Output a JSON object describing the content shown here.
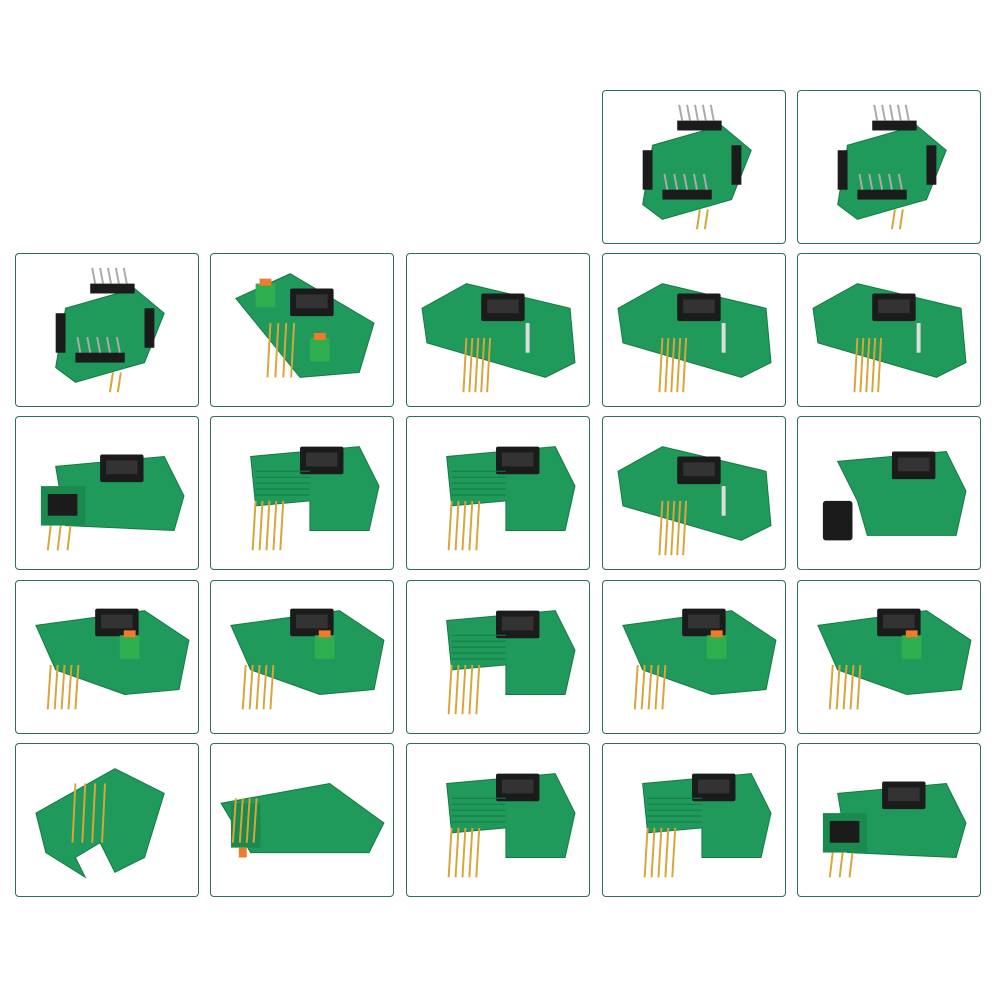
{
  "colors": {
    "border": "#2f6b5e",
    "board": "#1f9a5a",
    "board_dark": "#137a44",
    "edge": "#cfd8cc",
    "connector": "#1b1b1b",
    "pin": "#d9a53a",
    "terminal": "#2fae4f",
    "terminal_top": "#f07a2a"
  },
  "rows": [
    [
      null,
      null,
      null,
      {
        "variant": "pin-header-square"
      },
      {
        "variant": "pin-header-square"
      }
    ],
    [
      {
        "variant": "pin-header-square"
      },
      {
        "variant": "terminal-pogo"
      },
      {
        "variant": "idc-pogo"
      },
      {
        "variant": "idc-pogo"
      },
      {
        "variant": "idc-pogo"
      }
    ],
    [
      {
        "variant": "idc-socket"
      },
      {
        "variant": "idc-t-pins"
      },
      {
        "variant": "idc-t-pins"
      },
      {
        "variant": "idc-pogo"
      },
      {
        "variant": "idc-block"
      }
    ],
    [
      {
        "variant": "idc-terminal"
      },
      {
        "variant": "idc-terminal"
      },
      {
        "variant": "idc-t-pins"
      },
      {
        "variant": "idc-terminal"
      },
      {
        "variant": "idc-terminal"
      }
    ],
    [
      {
        "variant": "u-board"
      },
      {
        "variant": "long-board"
      },
      {
        "variant": "idc-t-pins"
      },
      {
        "variant": "idc-t-pins"
      },
      {
        "variant": "idc-socket"
      }
    ]
  ]
}
